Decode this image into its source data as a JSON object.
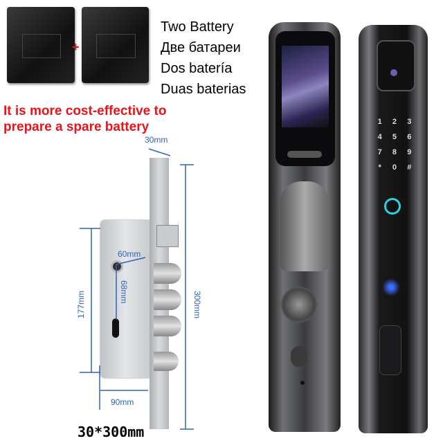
{
  "batteries": {
    "plus": "+"
  },
  "languages": [
    "Two Battery",
    "Две батареи",
    "Dos batería",
    "Duas baterias"
  ],
  "promo": [
    "It is more cost-effective to",
    "prepare a spare battery"
  ],
  "mortise": {
    "faceplate_width": "30mm",
    "length": "300mm",
    "height": "177mm",
    "backset_depth": "90mm",
    "handle_to_cylinder": "68mm",
    "handle_offset": "60mm",
    "caption": "30*300mm"
  },
  "keypad": [
    "1",
    "2",
    "3",
    "4",
    "5",
    "6",
    "7",
    "8",
    "9",
    "*",
    "0",
    "#"
  ],
  "colors": {
    "dimension": "#2f63b8",
    "promo": "#e8141a",
    "fingerprint": "#2fd0e0",
    "lock_body": "#2a2a2e"
  }
}
